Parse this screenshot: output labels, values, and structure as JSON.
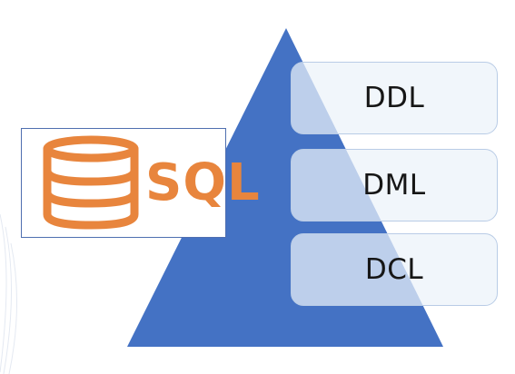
{
  "logo": {
    "text": "SQL",
    "icon": "database-icon",
    "color": "#e8853d"
  },
  "pyramid": {
    "color": "#4472c4"
  },
  "layers": [
    {
      "label": "DDL"
    },
    {
      "label": "DML"
    },
    {
      "label": "DCL"
    }
  ]
}
